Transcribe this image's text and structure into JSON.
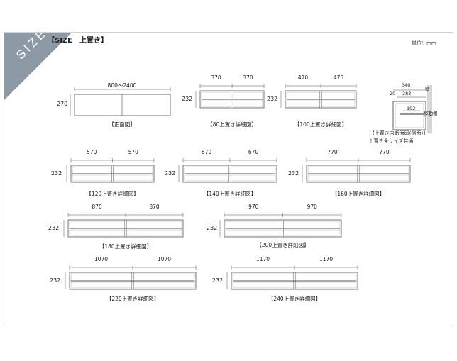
{
  "badge": "SIZE",
  "section_title": "【SIZE　上置き】",
  "unit_label": "単位：mm",
  "front": {
    "width_label": "800〜2400",
    "height_label": "270",
    "caption": "【正面図】"
  },
  "details": [
    {
      "caption": "【80上置き詳細図】",
      "widths": [
        "370",
        "370"
      ],
      "height": "232"
    },
    {
      "caption": "【100上置き詳細図】",
      "widths": [
        "470",
        "470"
      ],
      "height": "232"
    },
    {
      "caption": "【120上置き詳細図】",
      "widths": [
        "570",
        "570"
      ],
      "height": "232"
    },
    {
      "caption": "【140上置き詳細図】",
      "widths": [
        "670",
        "670"
      ],
      "height": "232"
    },
    {
      "caption": "【160上置き詳細図】",
      "widths": [
        "770",
        "770"
      ],
      "height": "232"
    },
    {
      "caption": "【180上置き詳細図】",
      "widths": [
        "870",
        "870"
      ],
      "height": "232"
    },
    {
      "caption": "【200上置き詳細図】",
      "widths": [
        "970",
        "970"
      ],
      "height": "232"
    },
    {
      "caption": "【220上置き詳細図】",
      "widths": [
        "1070",
        "1070"
      ],
      "height": "232"
    },
    {
      "caption": "【240上置き詳細図】",
      "widths": [
        "1170",
        "1170"
      ],
      "height": "232"
    }
  ],
  "side": {
    "depth_total": "340",
    "depth_inner": "283",
    "offset": "20",
    "shelf": "192",
    "wall_label": "壁",
    "shelf_label": "移動棚",
    "caption": "【上置き内断面図(側面)】",
    "caption_sub": "上置き全サイズ共通"
  }
}
